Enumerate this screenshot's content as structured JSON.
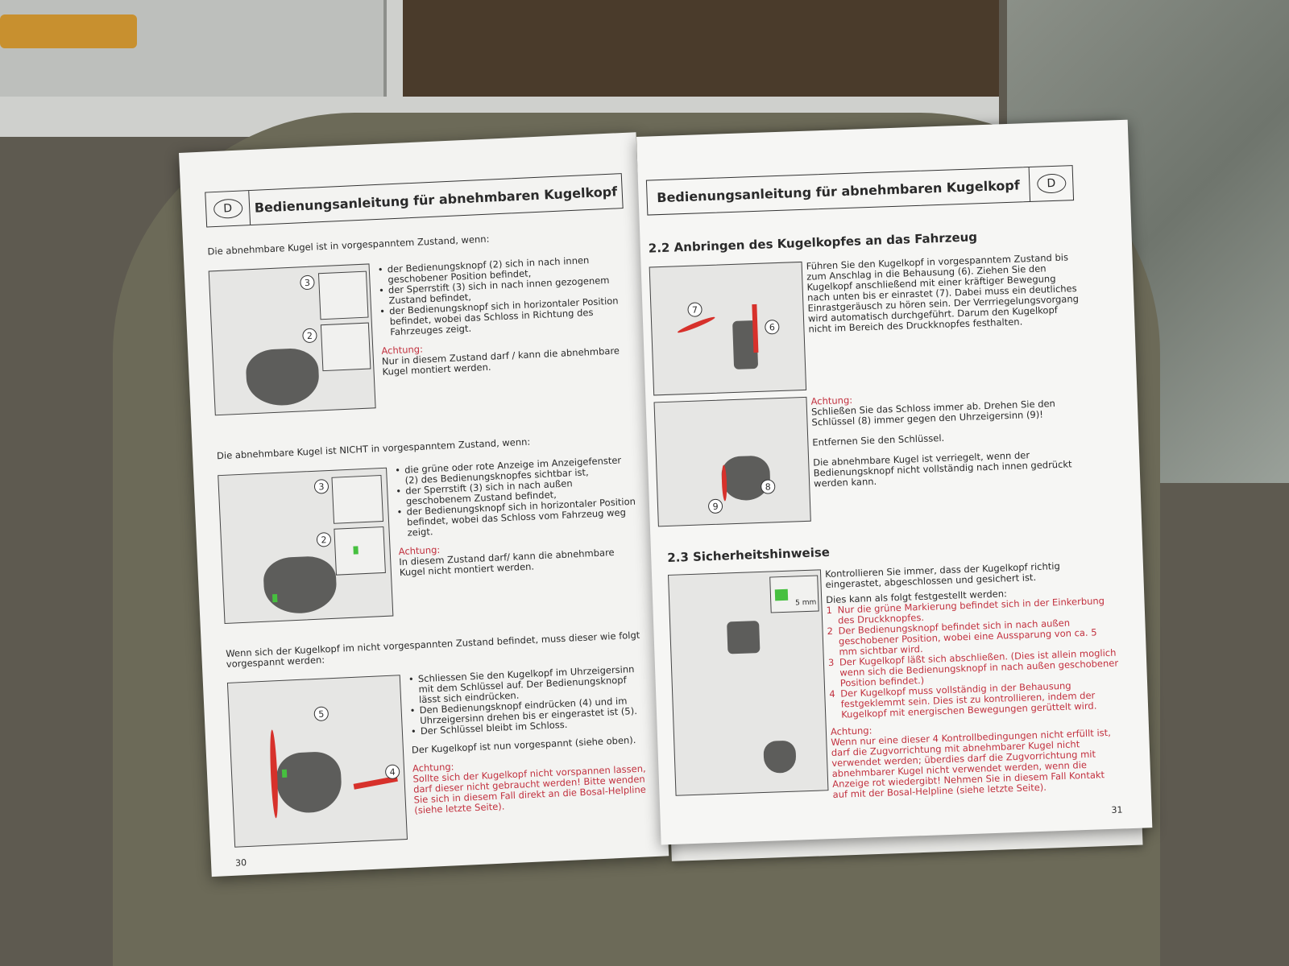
{
  "left_page": {
    "badge": "D",
    "header": "Bedienungsanleitung für abnehmbaren Kugelkopf",
    "section1": {
      "intro": "Die abnehmbare Kugel ist in vorgespanntem Zustand, wenn:",
      "bullets": [
        "der Bedienungsknopf (2) sich in nach innen geschobener Position befindet,",
        "der Sperrstift (3) sich in nach innen gezogenem Zustand befindet,",
        "der Bedienungsknopf sich in horizontaler Position befindet, wobei das Schloss in Richtung des Fahrzeuges zeigt."
      ],
      "warning_label": "Achtung:",
      "warning": "Nur in diesem Zustand darf / kann die abnehmbare Kugel montiert werden.",
      "callouts": [
        "3",
        "2"
      ]
    },
    "section2": {
      "intro": "Die abnehmbare Kugel ist NICHT in vorgespanntem Zustand, wenn:",
      "bullets": [
        "die grüne oder rote Anzeige im Anzeigefenster (2) des Bedienungsknopfes sichtbar ist,",
        "der Sperrstift (3) sich in nach außen geschobenem Zustand befindet,",
        "der Bedienungsknopf sich in horizontaler Position befindet, wobei das Schloss vom Fahrzeug weg zeigt."
      ],
      "warning_label": "Achtung:",
      "warning": "In diesem Zustand darf/ kann die abnehmbare Kugel nicht montiert werden.",
      "callouts": [
        "3",
        "2"
      ]
    },
    "section3": {
      "intro": "Wenn sich der Kugelkopf im nicht vorgespannten Zustand befindet, muss dieser wie folgt vorgespannt werden:",
      "bullets": [
        "Schliessen Sie den Kugelkopf im Uhrzeigersinn mit dem Schlüssel auf. Der Bedienungsknopf lässt sich eindrücken.",
        "Den Bedienungsknopf eindrücken (4) und im Uhrzeigersinn drehen bis er eingerastet ist (5).",
        "Der Schlüssel bleibt im Schloss."
      ],
      "result": "Der Kugelkopf ist nun vorgespannt (siehe oben).",
      "warning_label": "Achtung:",
      "warning": "Sollte sich der Kugelkopf nicht vorspannen lassen, darf dieser nicht gebraucht werden! Bitte wenden Sie sich in diesem Fall direkt an die Bosal-Helpline (siehe letzte Seite).",
      "callouts": [
        "5",
        "4"
      ]
    },
    "page_number": "30"
  },
  "right_page": {
    "badge": "D",
    "header": "Bedienungsanleitung für abnehmbaren Kugelkopf",
    "section22": {
      "title": "2.2 Anbringen des Kugelkopfes an das Fahrzeug",
      "text": "Führen Sie den Kugelkopf in vorgespanntem Zustand bis zum Anschlag in die Behausung (6). Ziehen Sie den Kugelkopf anschließend mit einer kräftiger Bewegung nach unten bis er einrastet (7). Dabei muss ein deutliches Einrastgeräusch zu hören sein. Der Verrriegelungsvorgang wird automatisch durchgeführt. Darum den Kugelkopf nicht im Bereich des Druckknopfes festhalten.",
      "warning_label": "Achtung:",
      "warning": "Schließen Sie das Schloss immer ab. Drehen Sie den Schlüssel (8) immer gegen den Uhrzeigersinn (9)!",
      "remove": "Entfernen Sie den Schlüssel.",
      "locked": "Die abnehmbare Kugel ist verriegelt, wenn der Bedienungsknopf nicht vollständig nach innen gedrückt werden kann.",
      "callouts": [
        "7",
        "6",
        "8",
        "9"
      ]
    },
    "section23": {
      "title": "2.3 Sicherheitshinweise",
      "intro": "Kontrollieren Sie immer, dass der Kugelkopf richtig eingerastet, abgeschlossen und gesichert ist.",
      "check_intro": "Dies kann als folgt festgestellt werden:",
      "checks": [
        {
          "n": "1",
          "t": "Nur die grüne Markierung befindet sich in der Einkerbung des Druckknopfes."
        },
        {
          "n": "2",
          "t": "Der Bedienungsknopf befindet sich in nach außen geschobener Position, wobei eine Aussparung von ca. 5 mm sichtbar wird."
        },
        {
          "n": "3",
          "t": "Der Kugelkopf läßt sich abschließen. (Dies ist allein moglich wenn sich die Bedienungsknopf in nach außen geschobener Position befindet.)"
        },
        {
          "n": "4",
          "t": "Der Kugelkopf muss vollständig in der Behausung festgeklemmt sein. Dies ist zu kontrollieren, indem der Kugelkopf mit energischen Bewegungen gerüttelt wird."
        }
      ],
      "warning_label": "Achtung:",
      "warning": "Wenn nur eine dieser 4 Kontrollbedingungen nicht erfüllt ist, darf die Zugvorrichtung mit abnehmbarer Kugel nicht verwendet werden; überdies darf die Zugvorrichtung mit abnehmbarer Kugel nicht verwendet werden, wenn die Anzeige rot wiedergibt! Nehmen Sie in diesem Fall Kontakt auf mit der Bosal-Helpline (siehe letzte Seite).",
      "measure": "5 mm"
    },
    "page_number": "31"
  },
  "colors": {
    "warning_red": "#c2313f",
    "indicator_green": "#46c03f",
    "arrow_red": "#d7312b"
  }
}
